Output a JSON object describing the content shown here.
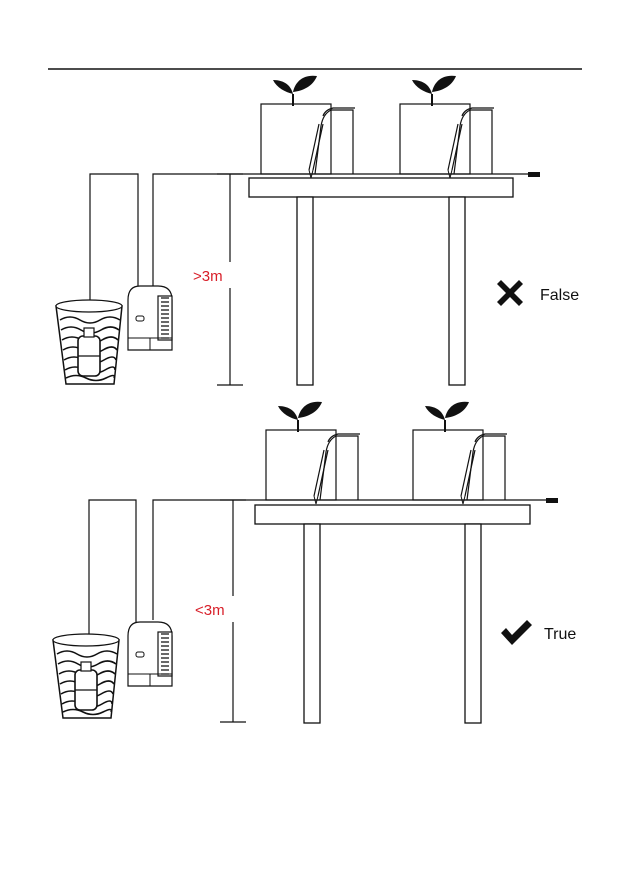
{
  "scenarios": [
    {
      "height_label": ">3m",
      "verdict_label": "False",
      "verdict_icon": "cross-icon"
    },
    {
      "height_label": "<3m",
      "verdict_label": "True",
      "verdict_icon": "check-icon"
    }
  ],
  "colors": {
    "line": "#111111",
    "highlight": "#d81e28",
    "background": "#ffffff"
  }
}
